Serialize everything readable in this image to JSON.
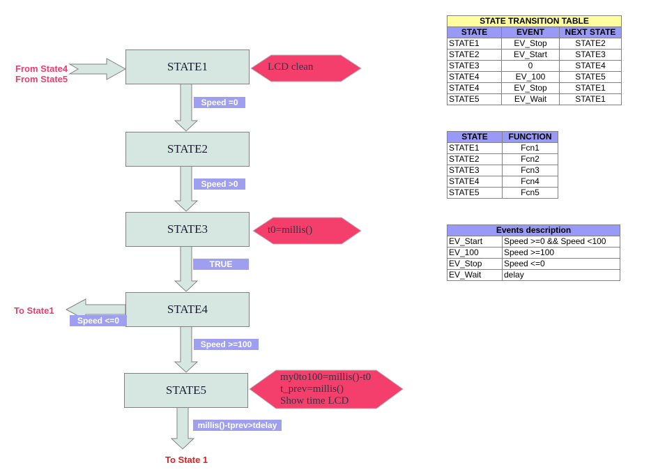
{
  "flow": {
    "states": [
      "STATE1",
      "STATE2",
      "STATE3",
      "STATE4",
      "STATE5"
    ],
    "edge_labels": {
      "s1_s2": "Speed =0",
      "s2_s3": "Speed >0",
      "s3_s4": "TRUE",
      "s4_exit_left": "Speed <=0",
      "s4_s5": "Speed >=100",
      "s5_exit": "millis()-tprev>tdelay"
    },
    "notes": {
      "incoming_line1": "From State4",
      "incoming_line2": "From State5",
      "to_state1_left": "To State1",
      "to_state1_bottom": "To State 1"
    },
    "hexagons": {
      "state1_action": "LCD clean",
      "state3_action": "t0=millis()",
      "state5_action_lines": [
        "my0to100=millis()-t0",
        "t_prev=millis()",
        "Show time LCD"
      ]
    }
  },
  "tables": {
    "transition": {
      "title": "STATE TRANSITION TABLE",
      "headers": [
        "STATE",
        "EVENT",
        "NEXT STATE"
      ],
      "rows": [
        [
          "STATE1",
          "EV_Stop",
          "STATE2"
        ],
        [
          "STATE2",
          "EV_Start",
          "STATE3"
        ],
        [
          "STATE3",
          "0",
          "STATE4"
        ],
        [
          "STATE4",
          "EV_100",
          "STATE5"
        ],
        [
          "STATE4",
          "EV_Stop",
          "STATE1"
        ],
        [
          "STATE5",
          "EV_Wait",
          "STATE1"
        ]
      ]
    },
    "functions": {
      "headers": [
        "STATE",
        "FUNCTION"
      ],
      "rows": [
        [
          "STATE1",
          "Fcn1"
        ],
        [
          "STATE2",
          "Fcn2"
        ],
        [
          "STATE3",
          "Fcn3"
        ],
        [
          "STATE4",
          "Fcn4"
        ],
        [
          "STATE5",
          "Fcn5"
        ]
      ]
    },
    "events": {
      "title": "Events description",
      "rows": [
        [
          "EV_Start",
          "Speed >=0 && Speed <100"
        ],
        [
          "EV_100",
          "Speed >=100"
        ],
        [
          "EV_Stop",
          "Speed <=0"
        ],
        [
          "EV_Wait",
          "delay"
        ]
      ]
    }
  },
  "colors": {
    "state_box_fill": "#d6e7e1",
    "state_box_border": "#808080",
    "hexagon_fill": "#f43f6d",
    "edge_label_bg": "#9f9ff0",
    "edge_label_text": "#ffffff",
    "table_title_bg": "#ffffa0",
    "table_header_bg": "#9999f7",
    "pink_text": "#e83e6e",
    "red_text": "#de1f1f"
  }
}
